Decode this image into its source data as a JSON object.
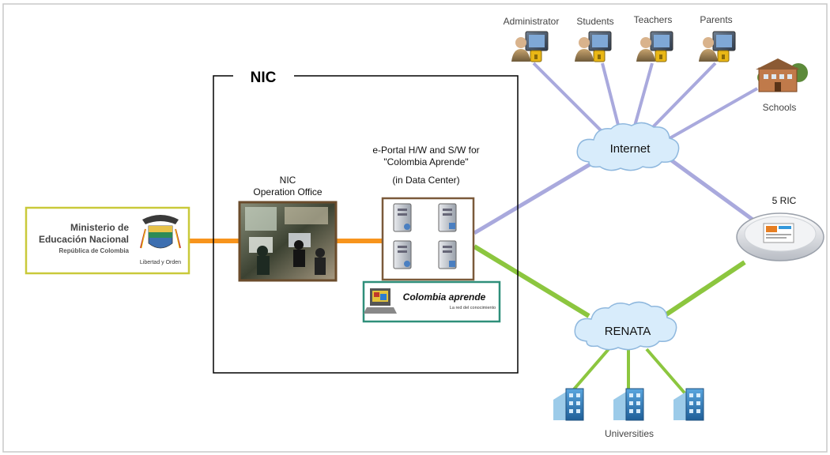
{
  "nic": {
    "title": "NIC"
  },
  "ministry": {
    "line1": "Ministerio de",
    "line2": "Educación Nacional",
    "line3": "República de Colombia",
    "motto": "Libertad y Orden"
  },
  "operation_office": {
    "line1": "NIC",
    "line2": "Operation Office"
  },
  "eportal": {
    "line1": "e-Portal H/W  and S/W for",
    "line2": "\"Colombia Aprende\"",
    "line3": "(in Data Center)"
  },
  "colombia_aprende": {
    "name": "Colombia aprende",
    "tagline": "La red del conocimiento"
  },
  "internet": {
    "label": "Internet"
  },
  "renata": {
    "label": "RENATA"
  },
  "ric": {
    "label": "5 RIC"
  },
  "users": {
    "administrator": "Administrator",
    "students": "Students",
    "teachers": "Teachers",
    "parents": "Parents"
  },
  "schools": {
    "label": "Schools"
  },
  "universities": {
    "label": "Universities"
  },
  "colors": {
    "internet_link": "#a9a9dd",
    "renata_link": "#8cc63f",
    "ministry_link": "#f7941d",
    "nic_frame": "#000000",
    "server_frame": "#7b5a3a",
    "ministry_border": "#c9c93a",
    "aprende_border": "#2f8f7a",
    "cloud_fill": "#d8ecfb",
    "cloud_stroke": "#8fb8de"
  }
}
